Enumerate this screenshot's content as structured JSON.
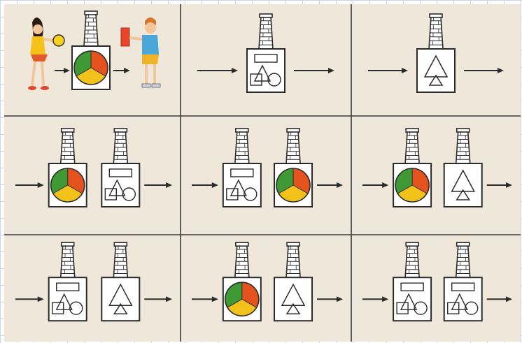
{
  "worksheet": {
    "layout": {
      "rows": 3,
      "cols": 3
    },
    "machines": {
      "color": {
        "segments": [
          "#e4531e",
          "#f2c21a",
          "#3f9a35"
        ]
      },
      "shapes": {
        "contents": [
          "rectangle",
          "triangle",
          "square",
          "circle"
        ]
      },
      "triangle": {
        "contents": [
          "large-triangle",
          "small-triangle"
        ]
      }
    },
    "figures": {
      "girl": {
        "item": "disc",
        "item_color": "#f6d21c",
        "shirt_color": "#f6c21a"
      },
      "boy": {
        "item": "block",
        "item_color": "#e8442a",
        "shirt_color": "#4aa7d8"
      }
    },
    "cells": [
      {
        "machines": [
          "color"
        ],
        "figures": true,
        "arrow_in": true,
        "arrow_out": true
      },
      {
        "machines": [
          "shapes"
        ],
        "figures": false,
        "arrow_in": true,
        "arrow_out": true
      },
      {
        "machines": [
          "triangle"
        ],
        "figures": false,
        "arrow_in": true,
        "arrow_out": true
      },
      {
        "machines": [
          "color",
          "shapes"
        ],
        "figures": false,
        "arrow_in": true,
        "arrow_out": true
      },
      {
        "machines": [
          "shapes",
          "color"
        ],
        "figures": false,
        "arrow_in": true,
        "arrow_out": true
      },
      {
        "machines": [
          "color",
          "triangle"
        ],
        "figures": false,
        "arrow_in": true,
        "arrow_out": true
      },
      {
        "machines": [
          "shapes",
          "triangle"
        ],
        "figures": false,
        "arrow_in": true,
        "arrow_out": true
      },
      {
        "machines": [
          "color",
          "triangle"
        ],
        "figures": false,
        "arrow_in": true,
        "arrow_out": true
      },
      {
        "machines": [
          "shapes",
          "shapes"
        ],
        "figures": false,
        "arrow_in": true,
        "arrow_out": true
      }
    ]
  }
}
